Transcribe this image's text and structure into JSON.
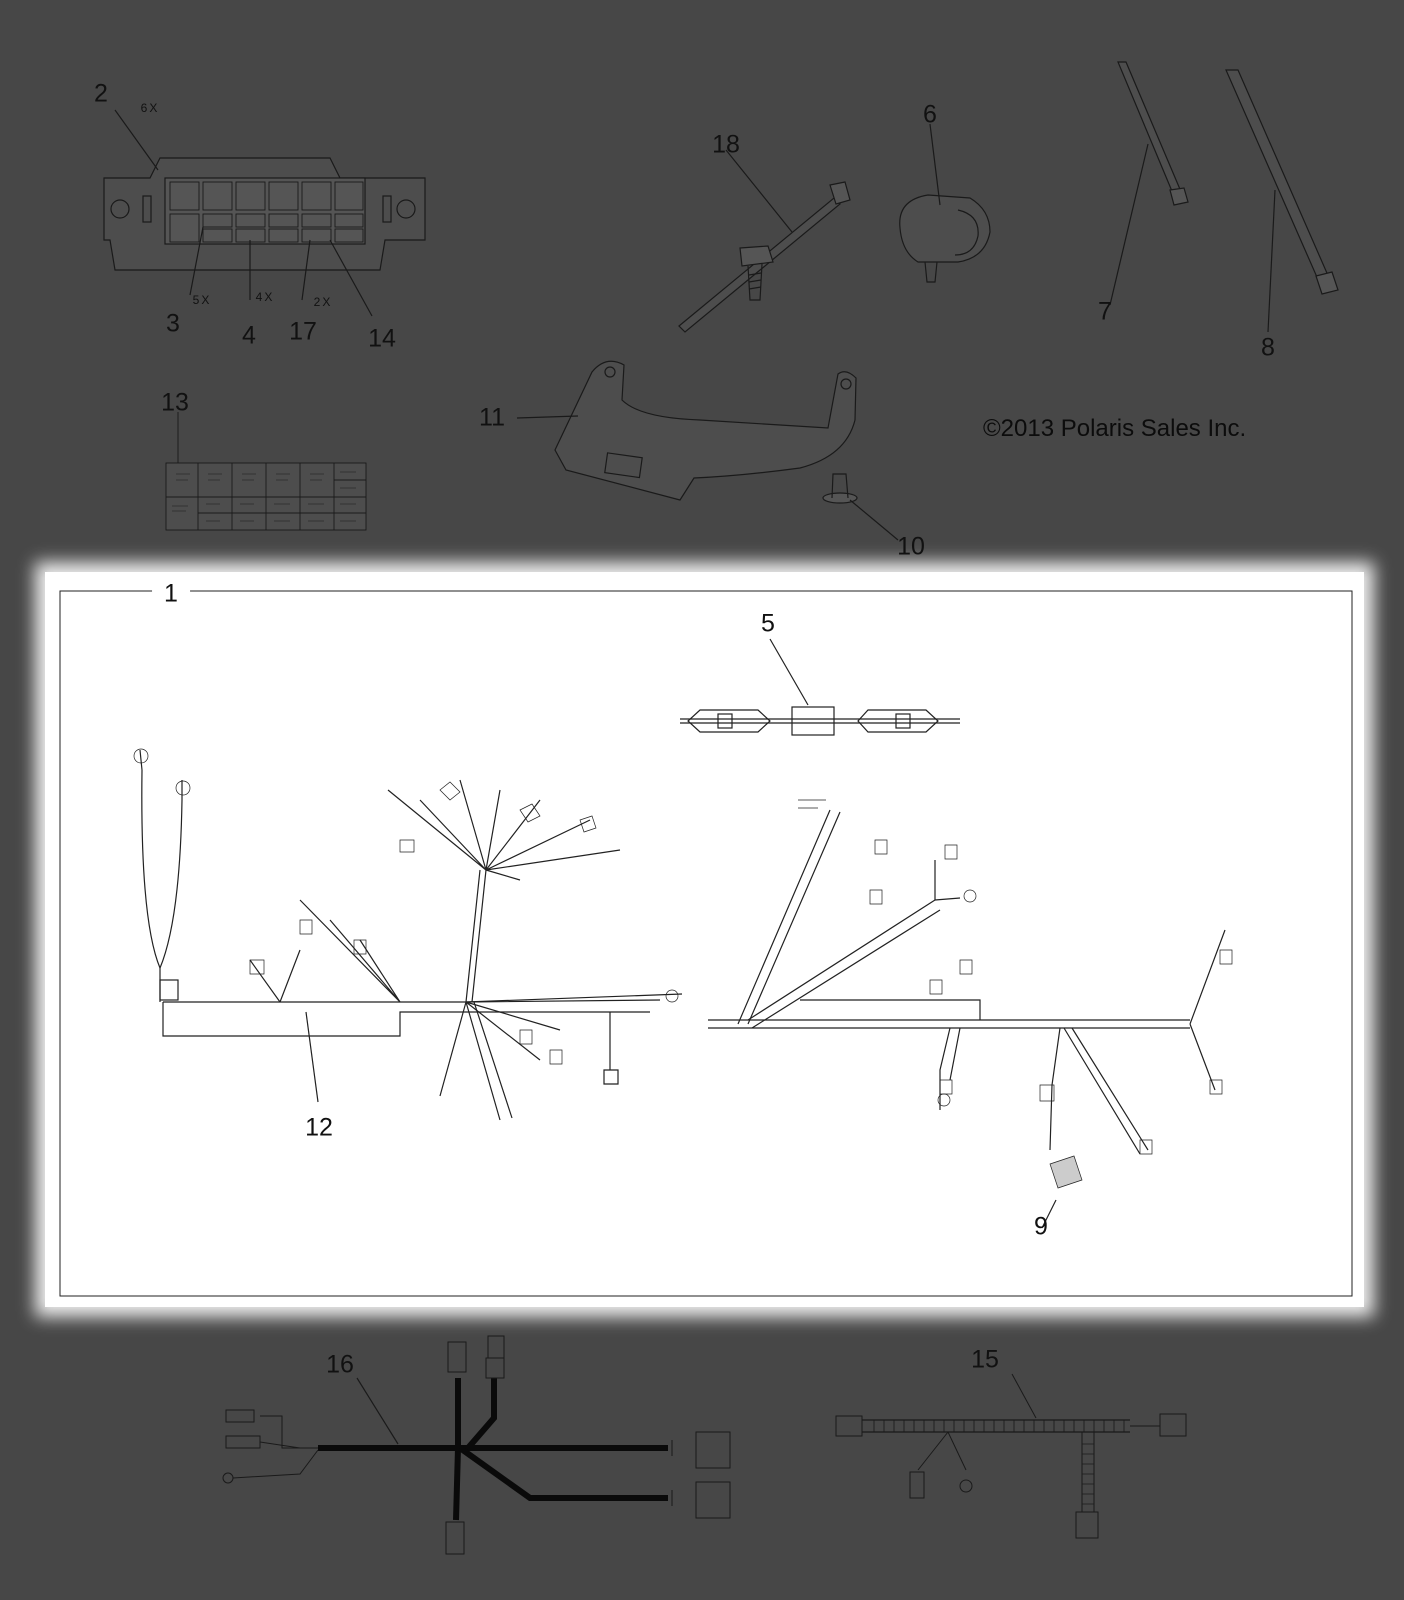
{
  "copyright": "©2013 Polaris Sales Inc.",
  "callouts": {
    "c1": "1",
    "c2": "2",
    "c3": "3",
    "c4": "4",
    "c5": "5",
    "c6": "6",
    "c7": "7",
    "c8": "8",
    "c9": "9",
    "c10": "10",
    "c11": "11",
    "c12": "12",
    "c13": "13",
    "c14": "14",
    "c15": "15",
    "c16": "16",
    "c17": "17",
    "c18": "18"
  },
  "multipliers": {
    "m2": "6X",
    "m3": "5X",
    "m4": "4X",
    "m17": "2X"
  },
  "colors": {
    "background": "#474747",
    "panel": "#ffffff",
    "line": "#1a1a1a"
  }
}
